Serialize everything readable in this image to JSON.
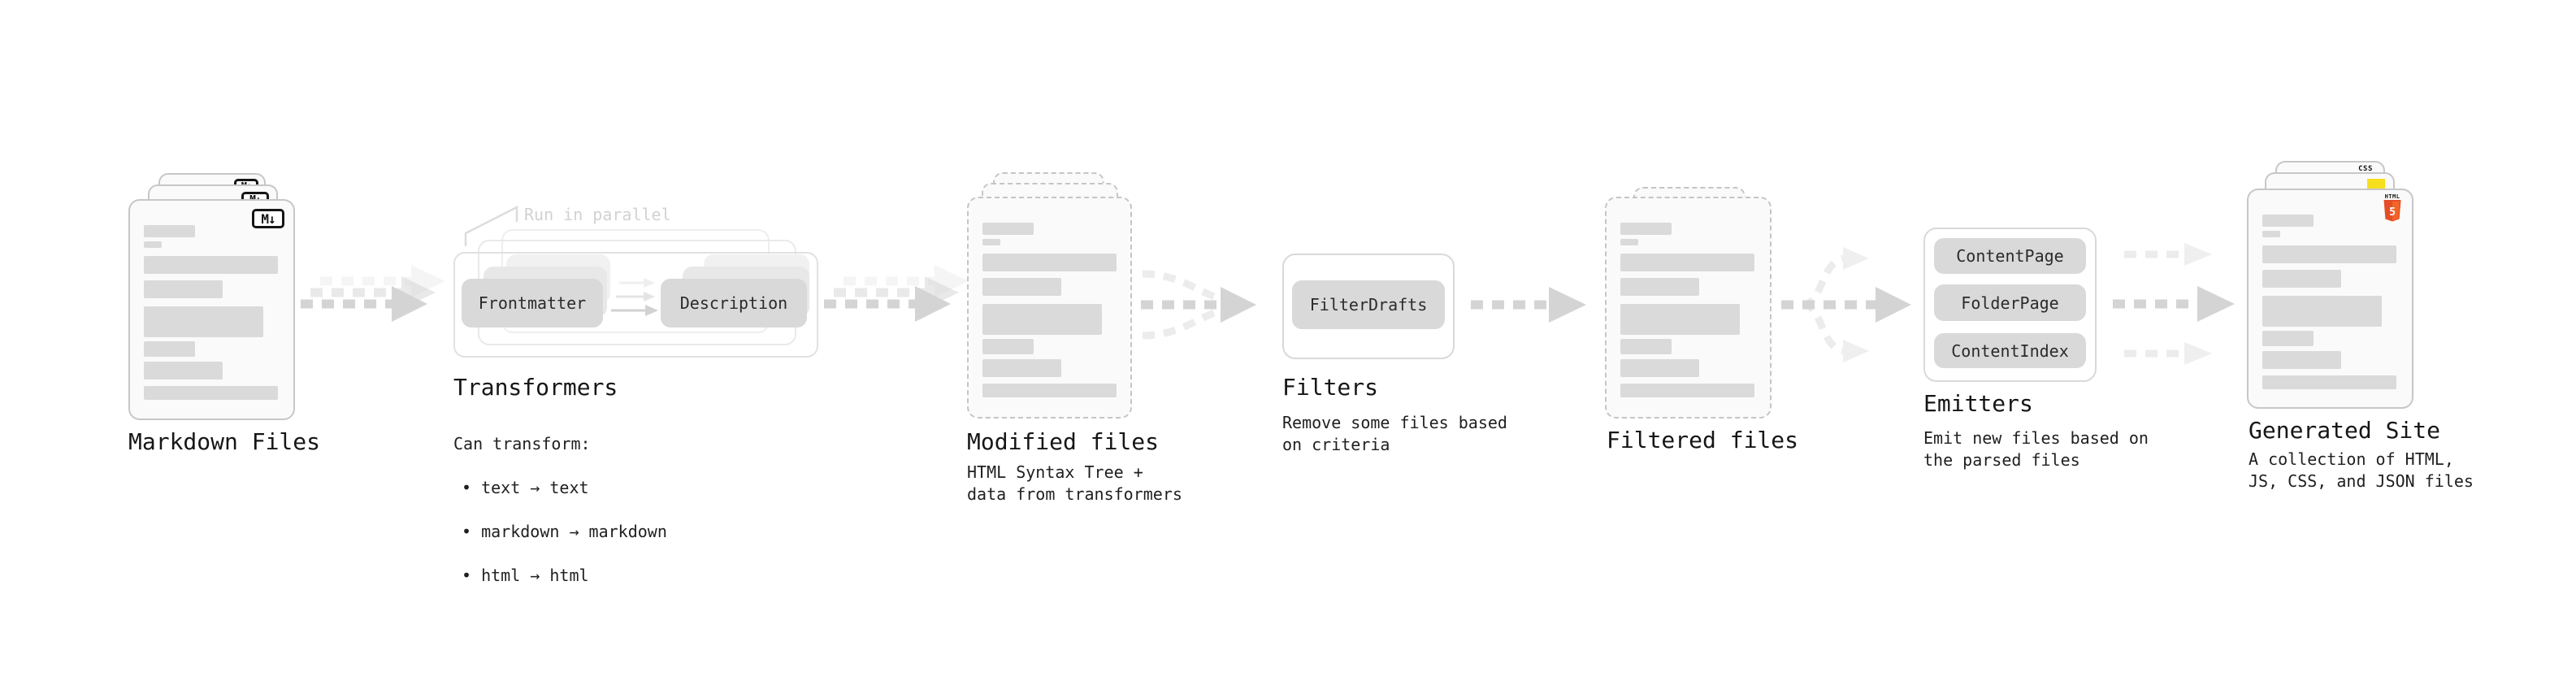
{
  "diagram": {
    "markdown_files": {
      "label": "Markdown Files",
      "badge": "M↓"
    },
    "transformers": {
      "note": "Run in parallel",
      "box_frontmatter": "Frontmatter",
      "box_description": "Description",
      "label": "Transformers",
      "desc_title": "Can transform:",
      "bullets": [
        "• text → text",
        "• markdown → markdown",
        "• html → html"
      ]
    },
    "modified_files": {
      "label": "Modified files",
      "desc": "HTML Syntax Tree +\ndata from transformers"
    },
    "filters": {
      "box": "FilterDrafts",
      "label": "Filters",
      "desc": "Remove some files based\non criteria"
    },
    "filtered_files": {
      "label": "Filtered files"
    },
    "emitters": {
      "boxes": [
        "ContentPage",
        "FolderPage",
        "ContentIndex"
      ],
      "label": "Emitters",
      "desc": "Emit new files based on\nthe parsed files"
    },
    "generated_site": {
      "label": "Generated Site",
      "desc": "A collection of HTML,\nJS, CSS, and JSON files",
      "css_badge": "CSS",
      "html_badge": "HTML",
      "html_number": "5"
    }
  },
  "colors": {
    "accent_html": "#e44d26",
    "accent_html_light": "#f16529",
    "accent_css": "#2965f1",
    "accent_js": "#f7df1e"
  }
}
